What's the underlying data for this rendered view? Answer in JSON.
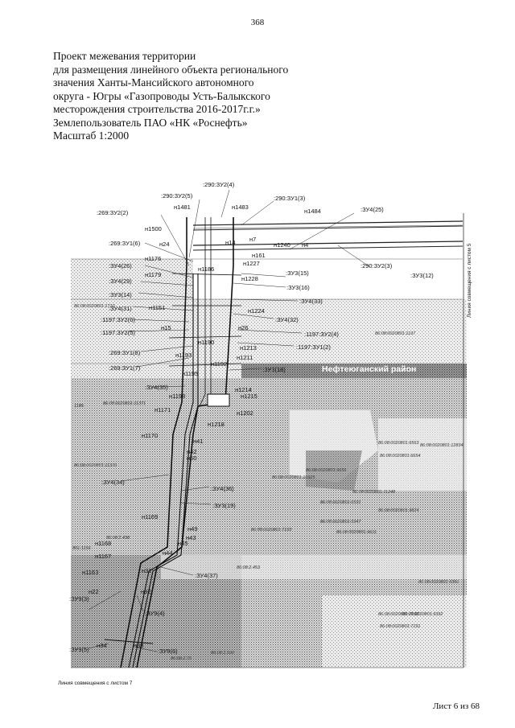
{
  "page_number": "368",
  "title_lines": [
    "Проект межевания территории",
    "для размещения линейного объекта регионального",
    "значения Ханты-Мансийского автономного",
    "округа - Югры «Газопроводы Усть-Балыкского",
    "месторождения строительства 2016-2017г.г.»",
    "Землепользователь ПАО «НК «Роснефть»",
    "Масштаб 1:2000"
  ],
  "map": {
    "district": "Нефтеюганский район",
    "right_edge_note": "Линия совмещения с листом 5",
    "bottom_note": "Линия совмещения с листом 7",
    "plot_labels": [
      ":290:ЗУ2(4)",
      ":290:ЗУ2(5)",
      ":290:ЗУ1(3)",
      ":269:ЗУ2(2)",
      ":ЗУ4(25)",
      ":269:ЗУ1(6)",
      ":ЗУ4(26)",
      ":290:ЗУ2(3)",
      ":ЗУ3(15)",
      ":ЗУ3(12)",
      ":ЗУ4(29)",
      ":ЗУ3(16)",
      ":ЗУ3(14)",
      ":ЗУ4(33)",
      ":ЗУ4(31)",
      ":ЗУ4(32)",
      ":1197:ЗУ2(6)",
      ":1197:ЗУ2(5)",
      ":1197:ЗУ2(4)",
      ":1197:ЗУ1(2)",
      ":269:ЗУ1(8)",
      ":269:ЗУ1(7)",
      ":ЗУ3(18)",
      ":ЗУ4(35)",
      ":ЗУ4(34)",
      ":ЗУ4(36)",
      ":ЗУ3(19)",
      ":ЗУ4(37)",
      ":ЗУ9(3)",
      ":ЗУ9(4)",
      ":ЗУ9(5)",
      ":ЗУ9(6)"
    ],
    "point_labels": [
      "н1481",
      "н1483",
      "н1484",
      "н1500",
      "н14",
      "н7",
      "н1240",
      "н4",
      "н24",
      "н161",
      "н1176",
      "н1227",
      "н1186",
      "н1179",
      "н1228",
      "н1151",
      "н1224",
      "н15",
      "н26",
      "н1190",
      "н1213",
      "н1193",
      "н1211",
      "н1192",
      "н1195",
      "н1214",
      "н1198",
      "н1215",
      "н1171",
      "н1202",
      "н1218",
      "н1170",
      "н41",
      "н42",
      "н50",
      "н1169",
      "н49",
      "н43",
      "н45",
      "н44",
      "н1168",
      "н1167",
      "н31",
      "н1163",
      "н22",
      "н32",
      "н34",
      "н33"
    ],
    "cadastral_labels": [
      "86:08:0020801:1710",
      "86:08:0020801:1197",
      "86:08:0020801:11371",
      "86:08:0020801:11370",
      "86:08:0020801:6563",
      "86:08:0020801:6654",
      "86:08:0020801:9656",
      "86:08:0020801:10925",
      "86:08:0020801:11248",
      "86:08:0020801:6591",
      "86:08:0020801:9824",
      "86:08:0020801:5947",
      "86:08:0020801:7193",
      "86:08:0020801:9611",
      "86:08:0020801:12834",
      "86:08:2.438",
      "86:08:2.453",
      "86:08:0020801:7192",
      "86:08:0020801:7191",
      "86:08:0020801:9392",
      "86:08:2.590",
      "86:08:2.75",
      "86:08:0020801:6391",
      "1185",
      "801:1156"
    ]
  },
  "footer": "Лист 6 из 68"
}
